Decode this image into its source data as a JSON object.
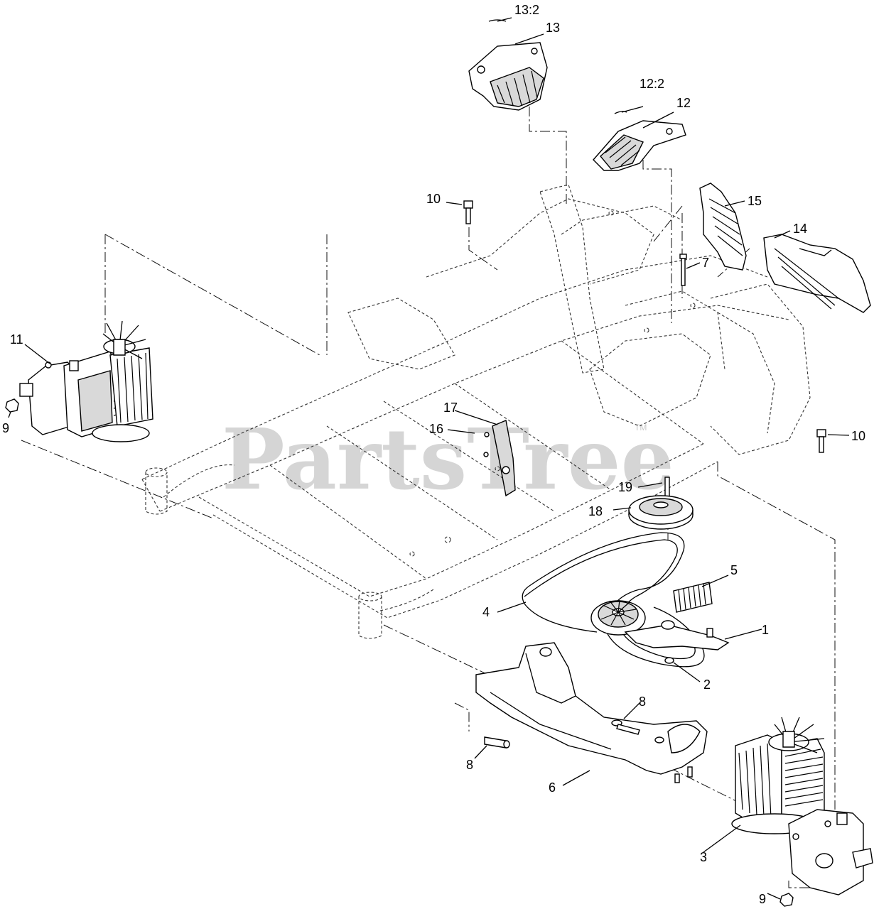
{
  "watermark": {
    "text": "PartsTree",
    "trademark": "TM"
  },
  "callouts": [
    {
      "id": "13-2",
      "label": "13:2"
    },
    {
      "id": "13",
      "label": "13"
    },
    {
      "id": "12-2",
      "label": "12:2"
    },
    {
      "id": "12",
      "label": "12"
    },
    {
      "id": "10-top",
      "label": "10"
    },
    {
      "id": "15",
      "label": "15"
    },
    {
      "id": "14",
      "label": "14"
    },
    {
      "id": "7",
      "label": "7"
    },
    {
      "id": "11",
      "label": "11"
    },
    {
      "id": "9-left",
      "label": "9"
    },
    {
      "id": "17",
      "label": "17"
    },
    {
      "id": "16",
      "label": "16"
    },
    {
      "id": "10-right",
      "label": "10"
    },
    {
      "id": "19",
      "label": "19"
    },
    {
      "id": "18",
      "label": "18"
    },
    {
      "id": "5",
      "label": "5"
    },
    {
      "id": "4",
      "label": "4"
    },
    {
      "id": "1",
      "label": "1"
    },
    {
      "id": "2",
      "label": "2"
    },
    {
      "id": "8-right",
      "label": "8"
    },
    {
      "id": "8-left",
      "label": "8"
    },
    {
      "id": "6",
      "label": "6"
    },
    {
      "id": "3",
      "label": "3"
    },
    {
      "id": "9-right",
      "label": "9"
    }
  ]
}
